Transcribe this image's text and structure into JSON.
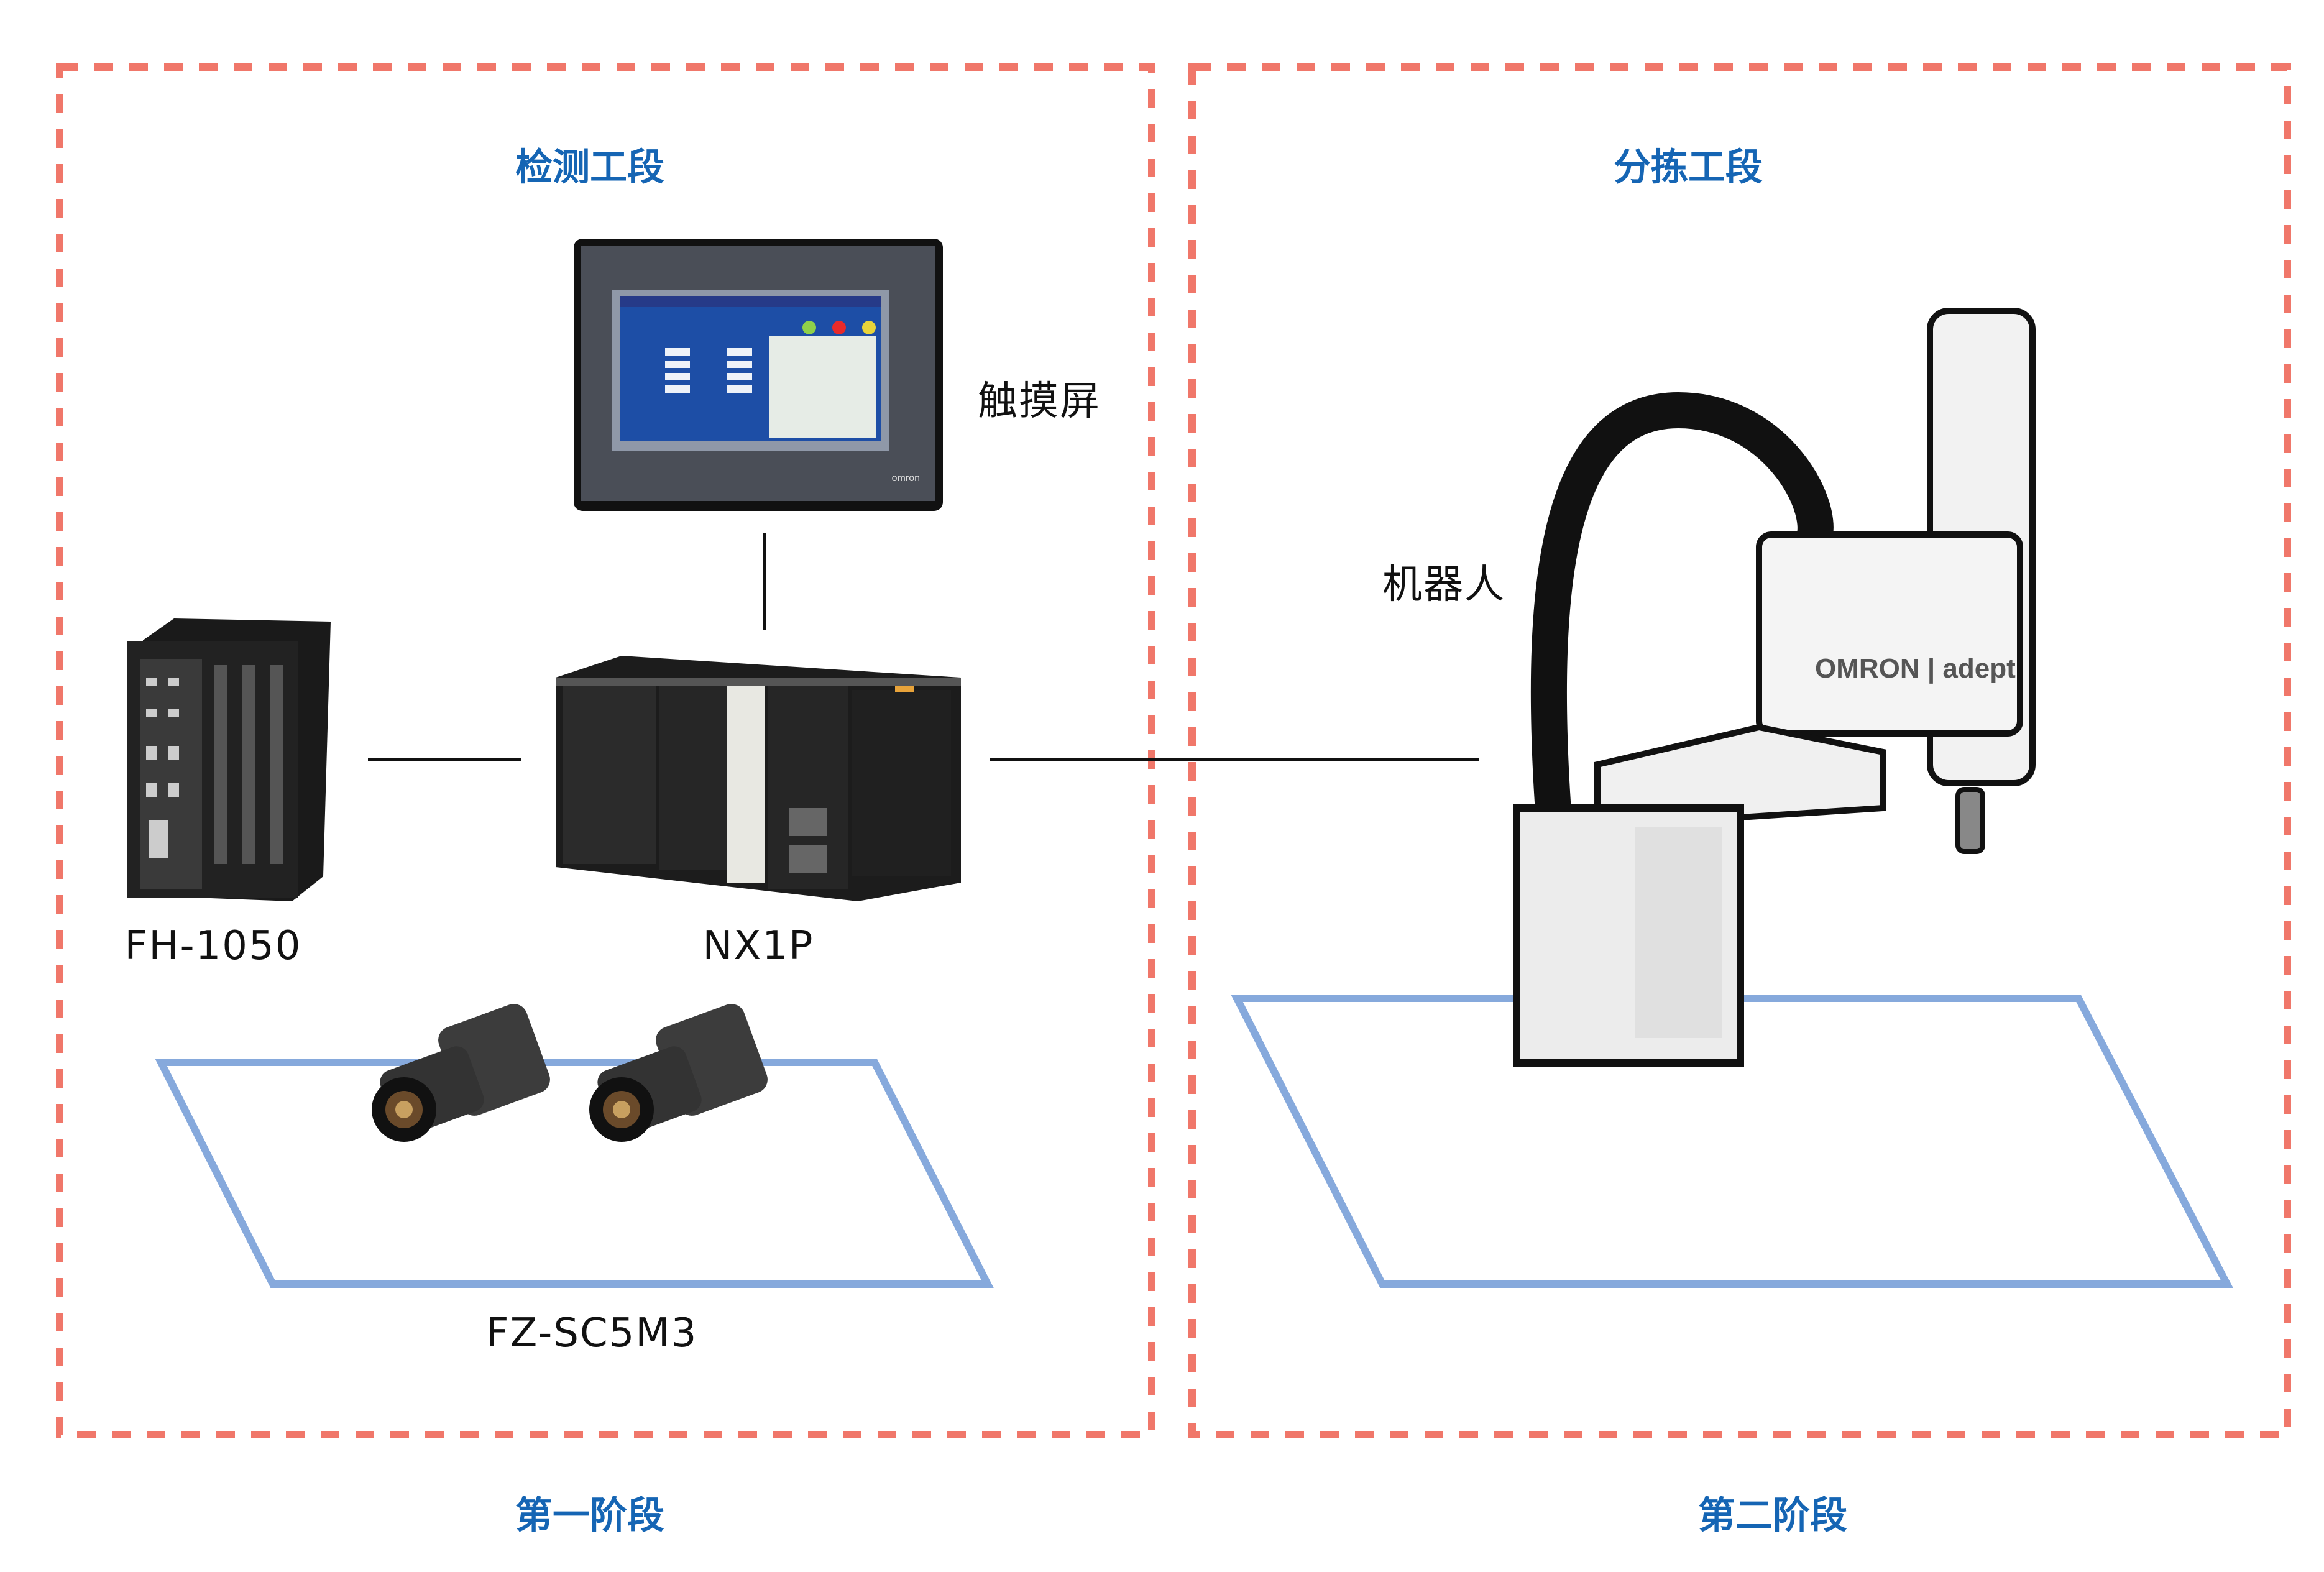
{
  "stages": [
    {
      "section_title": "检测工段",
      "stage_label": "第一阶段"
    },
    {
      "section_title": "分拣工段",
      "stage_label": "第二阶段"
    }
  ],
  "devices": {
    "touchscreen": "触摸屏",
    "plc": "NX1P",
    "vision_controller": "FH-1050",
    "camera": "FZ-SC5M3",
    "robot": "机器人"
  },
  "logos": {
    "hmi": "omron",
    "robot": "OMRON | adept"
  },
  "colors": {
    "dashed_border": "#f0776a",
    "title": "#1565b4",
    "work_area": "#86a9dc",
    "connector": "#111111"
  }
}
